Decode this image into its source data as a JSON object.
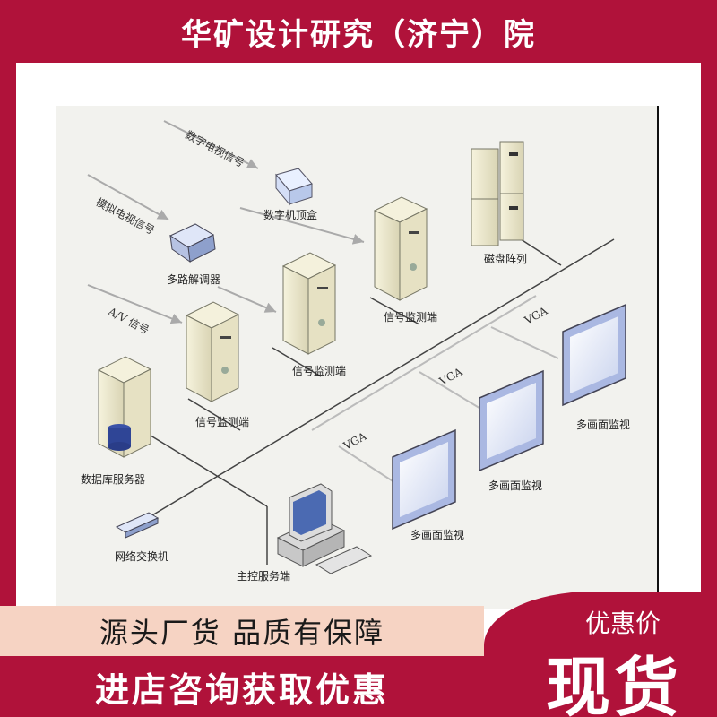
{
  "header": {
    "title": "华矿设计研究（济宁）院"
  },
  "diagram": {
    "signals": {
      "digital_tv": "数字电视信号",
      "analog_tv": "模拟电视信号",
      "av": "A/V 信号"
    },
    "devices": {
      "set_top_box": "数字机顶盒",
      "demodulator": "多路解调器",
      "monitor_1": "信号监测端",
      "monitor_2": "信号监测端",
      "monitor_3": "信号监测端",
      "disk_array": "磁盘阵列",
      "db_server": "数据库服务器",
      "switch": "网络交换机",
      "master_server": "主控服务端",
      "display_1": "多画面监视",
      "display_2": "多画面监视",
      "display_3": "多画面监视"
    },
    "links": {
      "vga_1": "VGA",
      "vga_2": "VGA",
      "vga_3": "VGA"
    }
  },
  "promo": {
    "quality": "源头厂货 品质有保障",
    "consult": "进店咨询获取优惠",
    "discount": "优惠价",
    "in_stock": "现货"
  },
  "colors": {
    "brand_red": "#b0123a",
    "peach": "#f6d3c3",
    "diagram_bg": "#f2f2ee"
  }
}
